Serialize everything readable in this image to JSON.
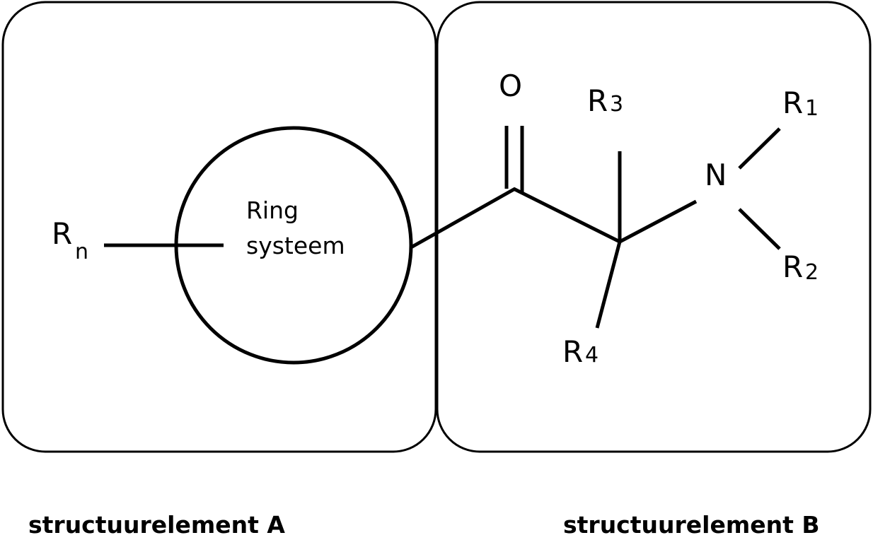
{
  "colors": {
    "stroke": "#000000",
    "background": "#ffffff"
  },
  "ring": {
    "line1": "Ring",
    "line2": "systeem"
  },
  "substituent_n": {
    "letter": "R",
    "subscript": "n"
  },
  "atoms": {
    "oxygen": "O",
    "nitrogen": "N",
    "r1": {
      "letter": "R",
      "subscript": "1"
    },
    "r2": {
      "letter": "R",
      "subscript": "2"
    },
    "r3": {
      "letter": "R",
      "subscript": "3"
    },
    "r4": {
      "letter": "R",
      "subscript": "4"
    }
  },
  "captions": {
    "element_a": "structuurelement A",
    "element_b": "structuurelement B"
  }
}
